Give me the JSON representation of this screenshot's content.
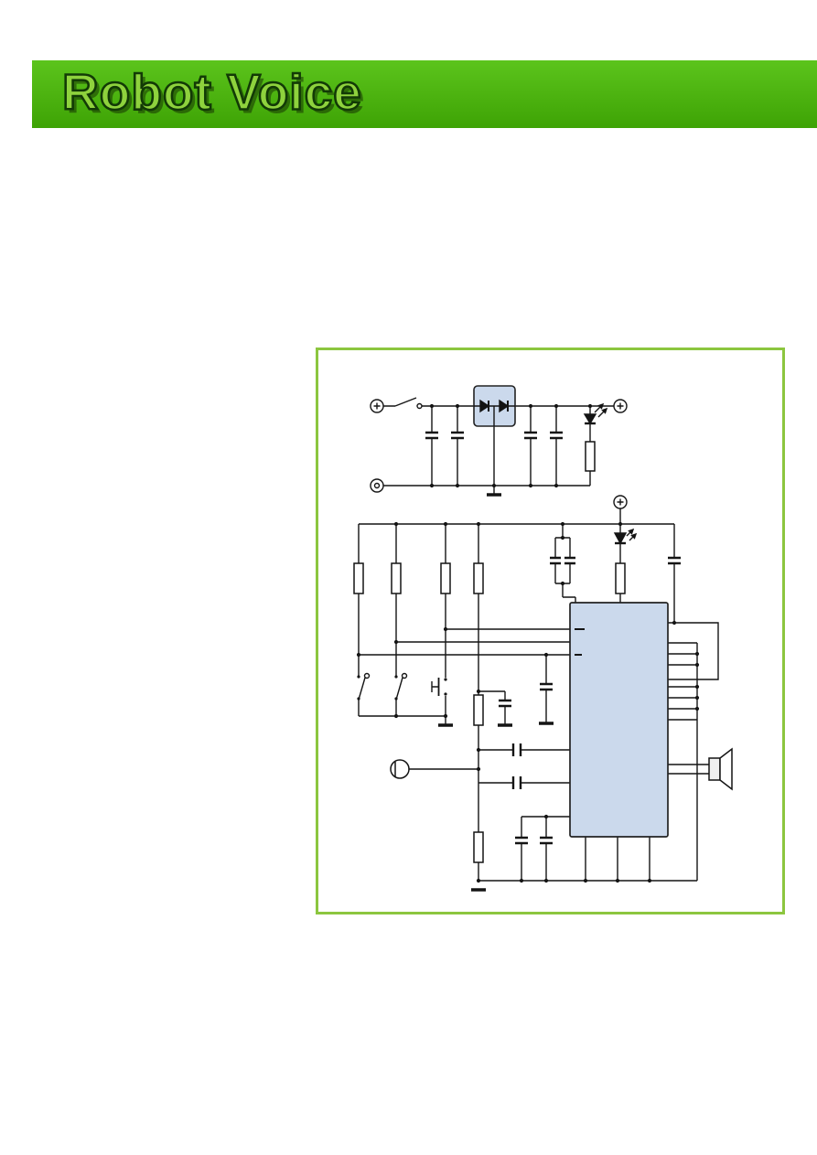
{
  "header": {
    "title": "Robot Voice",
    "banner_color_top": "#5cc41c",
    "banner_color_bottom": "#3ea305",
    "title_fill": "#8ed23d",
    "title_outline": "#123a06"
  },
  "schematic": {
    "frame_border_color": "#8CC63F",
    "ic_fill": "#CBD9EC",
    "regulator_fill": "#CBD9EC",
    "wire_color": "#141414",
    "components": [
      "battery-plus-terminal",
      "power-switch",
      "smoothing-capacitors",
      "voltage-regulator",
      "power-led",
      "series-resistor",
      "supply-plus-terminal",
      "zero-volt-terminal",
      "ground-symbols",
      "pullup-resistors",
      "decoupling-capacitors",
      "status-led",
      "main-ic",
      "toggle-switch-1",
      "toggle-switch-2",
      "push-button",
      "electret-microphone",
      "coupling-capacitors",
      "bias-resistors",
      "filter-capacitors",
      "loudspeaker"
    ]
  }
}
